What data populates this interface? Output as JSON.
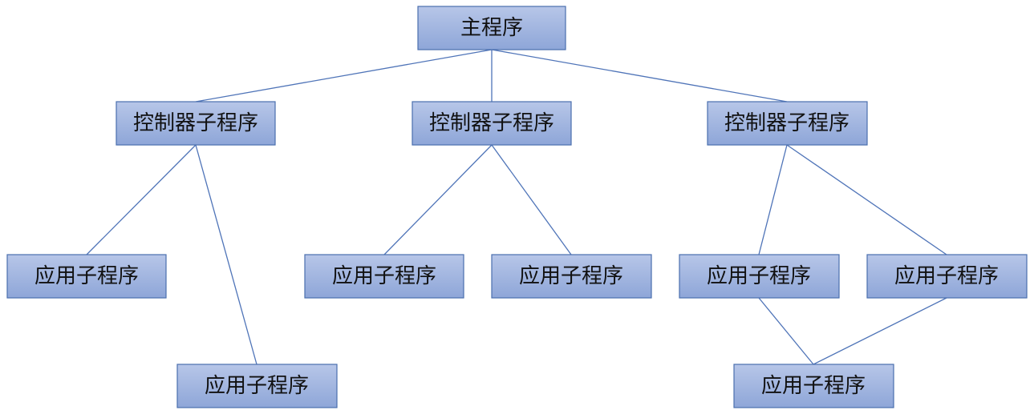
{
  "nodes": {
    "main": "主程序",
    "ctrl1": "控制器子程序",
    "ctrl2": "控制器子程序",
    "ctrl3": "控制器子程序",
    "app1": "应用子程序",
    "app2": "应用子程序",
    "app3": "应用子程序",
    "app4": "应用子程序",
    "app5": "应用子程序",
    "app6": "应用子程序",
    "app7": "应用子程序"
  },
  "edges": [
    [
      "main",
      "ctrl1"
    ],
    [
      "main",
      "ctrl2"
    ],
    [
      "main",
      "ctrl3"
    ],
    [
      "ctrl1",
      "app1"
    ],
    [
      "ctrl1",
      "app2"
    ],
    [
      "ctrl2",
      "app3"
    ],
    [
      "ctrl2",
      "app4"
    ],
    [
      "ctrl3",
      "app5"
    ],
    [
      "ctrl3",
      "app6"
    ],
    [
      "app5",
      "app7"
    ],
    [
      "app6",
      "app7"
    ]
  ],
  "colors": {
    "box_fill_top": "#b7c6e8",
    "box_fill_bottom": "#8ea6d8",
    "box_stroke": "#4a6fae",
    "edge": "#4f74b8"
  }
}
